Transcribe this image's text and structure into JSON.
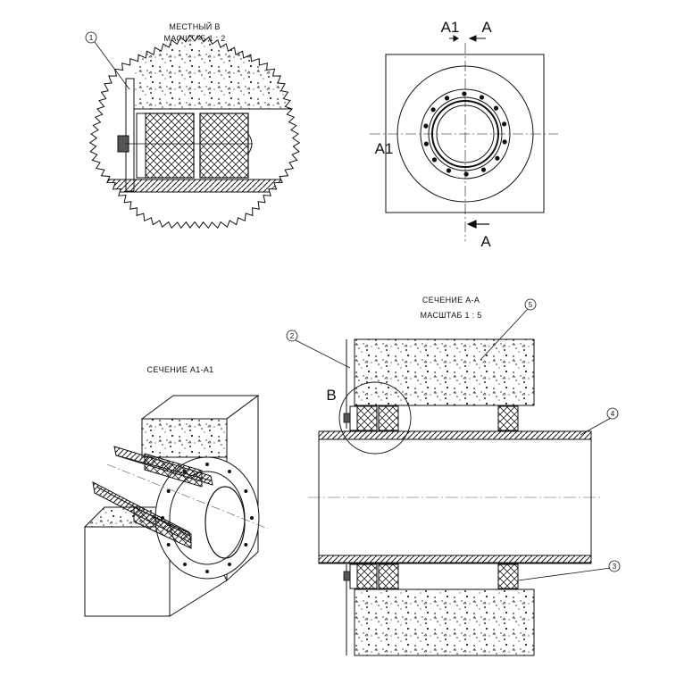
{
  "drawing": {
    "detail_b": {
      "title_line1": "МЕСТНЫЙ B",
      "title_line2": "МАСШТАБ 1 : 2"
    },
    "front_view": {
      "label_a1": "A1",
      "label_a": "A"
    },
    "section_a1": {
      "title": "СЕЧЕНИЕ A1-A1"
    },
    "section_a": {
      "title_line1": "СЕЧЕНИЕ A-A",
      "title_line2": "МАСШТАБ 1 : 5",
      "detail_marker": "B"
    },
    "callouts": [
      "1",
      "2",
      "3",
      "4",
      "5"
    ]
  },
  "colors": {
    "line": "#111111",
    "paper": "#ffffff",
    "hatch": "#222222"
  }
}
